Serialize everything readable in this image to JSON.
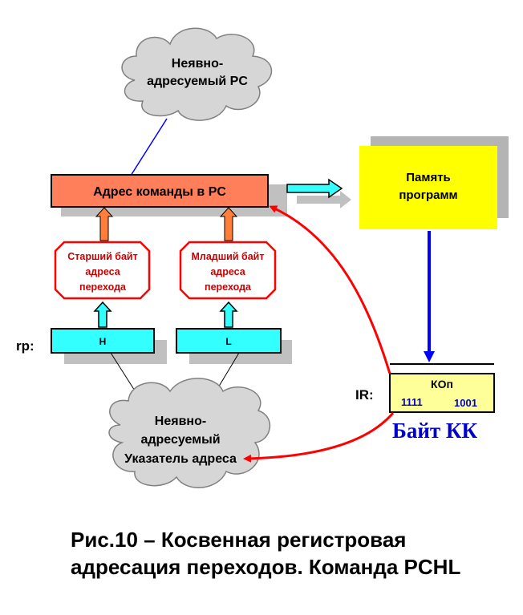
{
  "cloud_top": {
    "line1": "Неявно-",
    "line2": "адресуемый  PC"
  },
  "pc_register": {
    "label": "Адрес  команды  в  PC"
  },
  "memory": {
    "line1": "Память",
    "line2": "программ"
  },
  "high_byte": {
    "line1": "Старший байт",
    "line2": "адреса",
    "line3": "перехода"
  },
  "low_byte": {
    "line1": "Младший байт",
    "line2": "адреса",
    "line3": "перехода"
  },
  "rp": {
    "label": "rp:",
    "high": "H",
    "low": "L"
  },
  "ir": {
    "label": "IR:",
    "title": "КОп",
    "left_bits": "1111",
    "right_bits": "1001",
    "caption": "Байт КК"
  },
  "cloud_bottom": {
    "line1": "Неявно-",
    "line2": "адресуемый",
    "line3": "Указатель адреса"
  },
  "figure_caption": {
    "line1": "Рис.10 – Косвенная регистровая",
    "line2": "адресация переходов.  Команда PCHL"
  },
  "colors": {
    "pc_fill": "#ff7f5a",
    "memory_fill": "#ffff00",
    "ir_fill": "#ffff99",
    "rp_fill": "#33ffff",
    "arrow_red": "#ff0000",
    "arrow_blue": "#0000ff",
    "byte_text": "#cc0000",
    "shadow": "#c0c0c0"
  }
}
